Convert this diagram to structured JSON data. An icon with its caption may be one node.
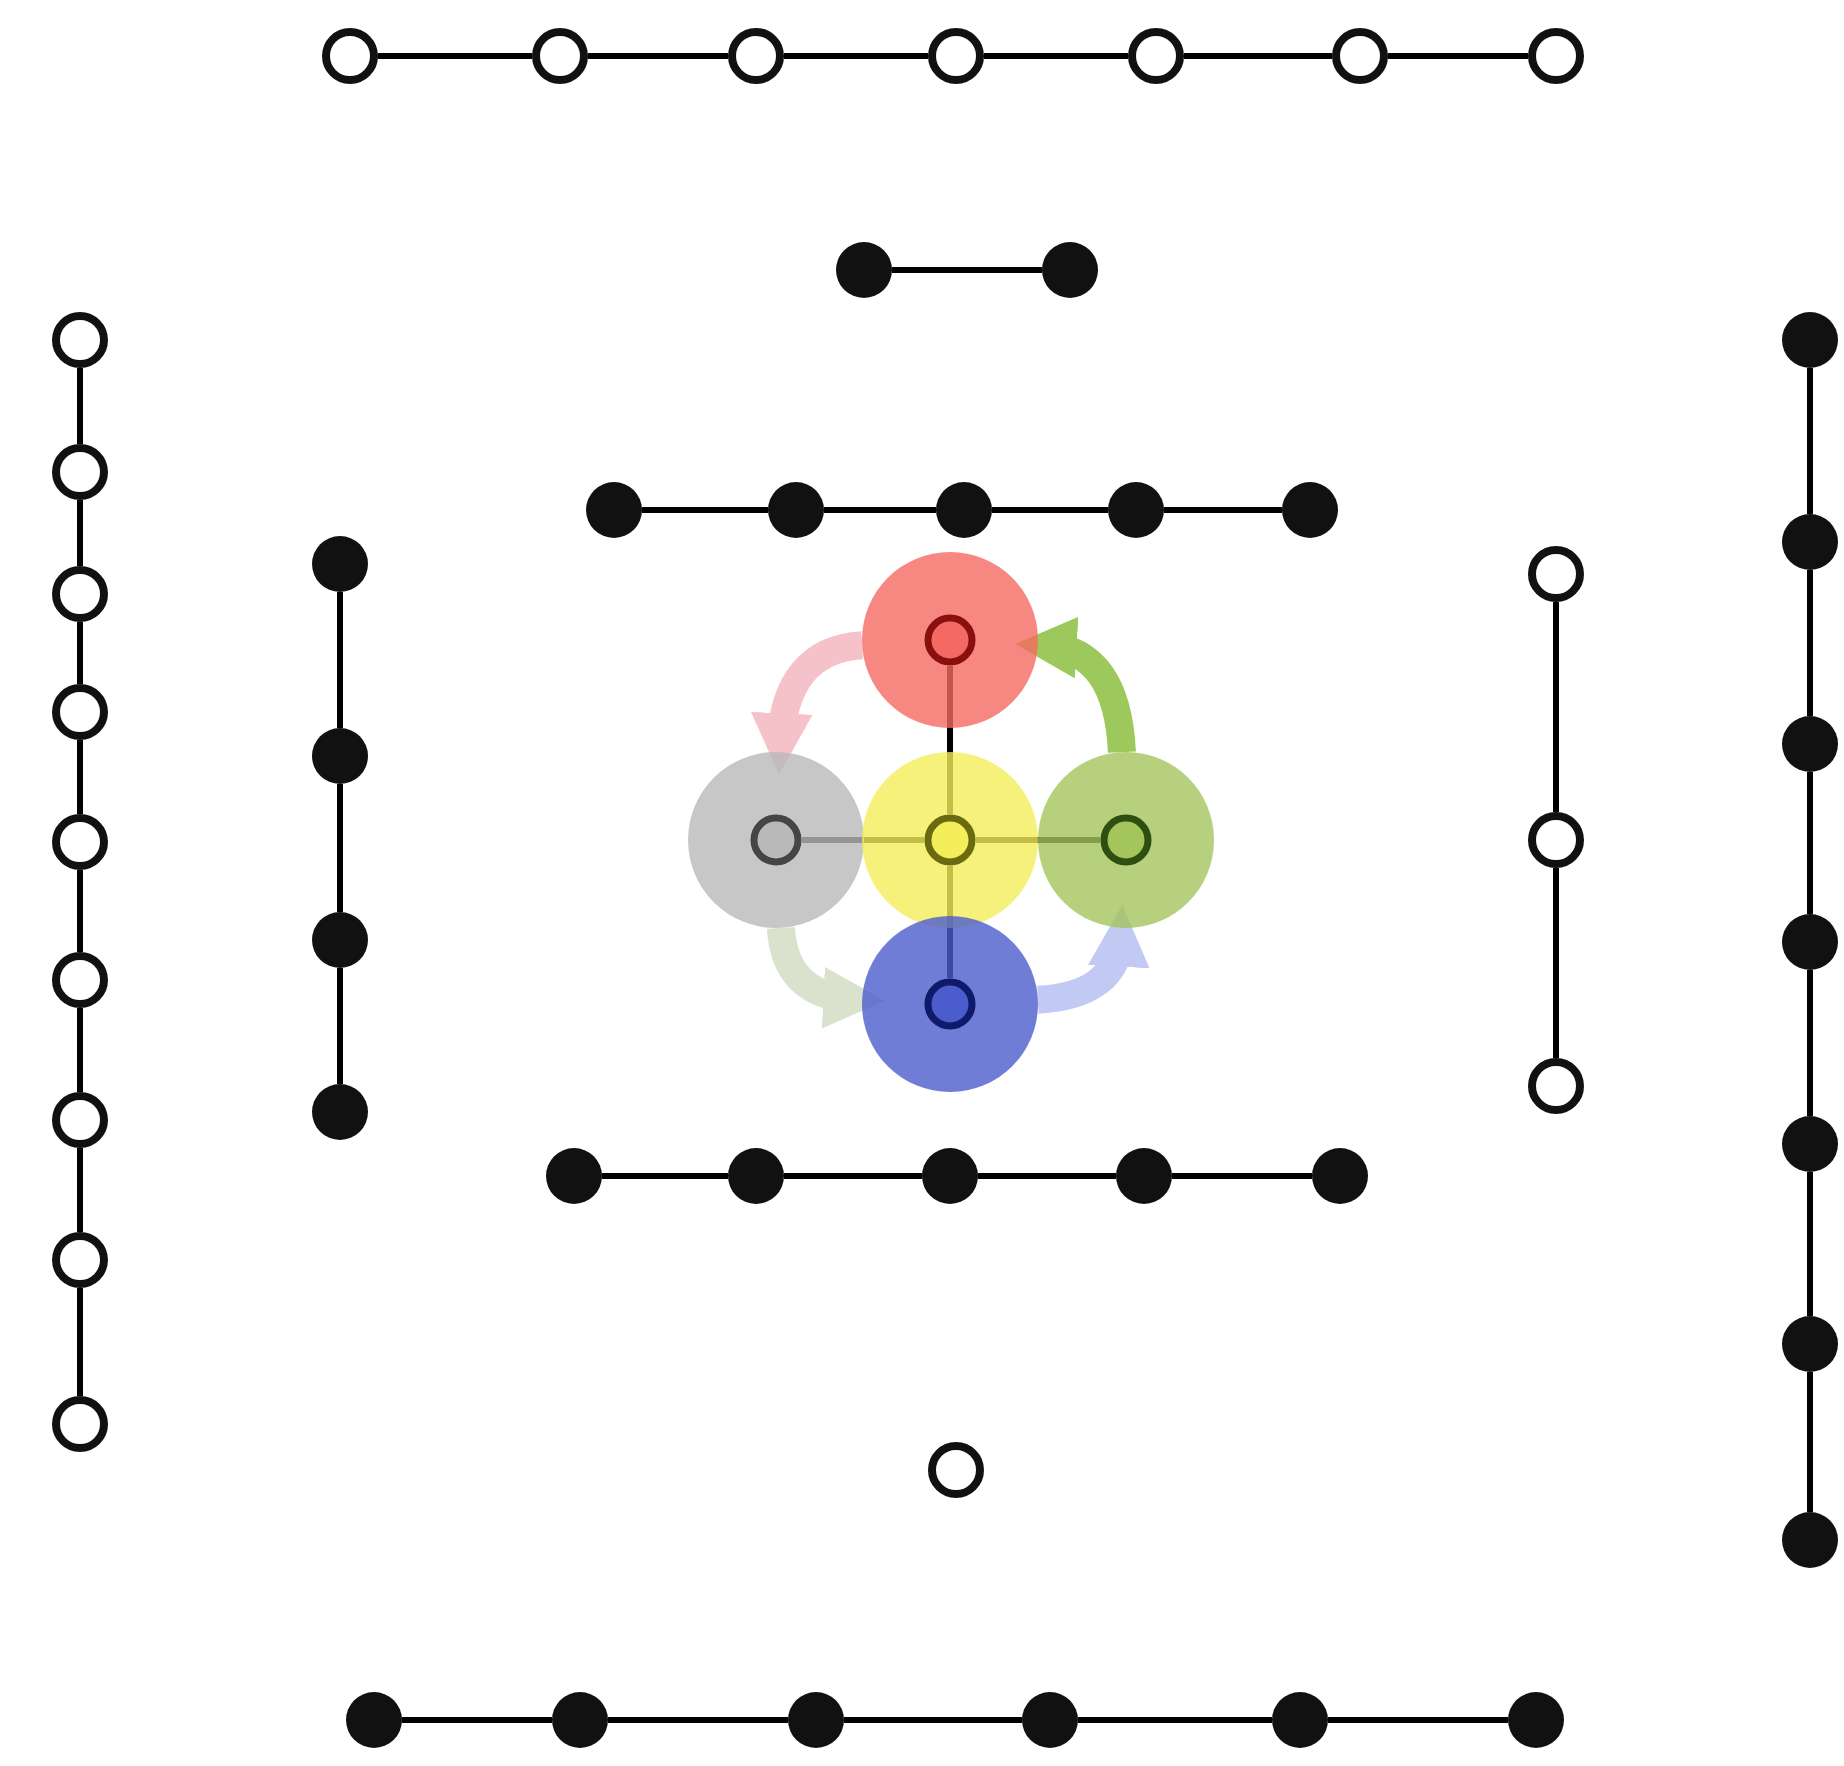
{
  "diagram": {
    "nodes": [
      {
        "text": [],
        "shape": "circle"
      },
      {
        "text": [],
        "shape": "circle"
      },
      {
        "text": [],
        "shape": "circle"
      },
      {
        "text": [],
        "shape": "circle"
      },
      {
        "text": [],
        "shape": "circle"
      },
      {
        "text": [],
        "shape": "circle"
      },
      {
        "text": [],
        "shape": "circle"
      },
      {
        "text": [],
        "shape": "circle"
      },
      {
        "text": [],
        "shape": "circle"
      },
      {
        "text": [],
        "shape": "circle"
      },
      {
        "text": [],
        "shape": "circle"
      },
      {
        "text": [],
        "shape": "circle"
      },
      {
        "text": [],
        "shape": "circle"
      },
      {
        "text": [],
        "shape": "circle"
      },
      {
        "text": [],
        "shape": "circle"
      },
      {
        "text": [],
        "shape": "circle"
      },
      {
        "text": [],
        "shape": "circle"
      },
      {
        "text": [],
        "shape": "circle"
      },
      {
        "text": [],
        "shape": "circle"
      },
      {
        "text": [],
        "shape": "circle"
      },
      {
        "text": [],
        "shape": "circle"
      },
      {
        "text": [],
        "shape": "circle"
      },
      {
        "text": [],
        "shape": "circle"
      },
      {
        "text": [],
        "shape": "circle"
      },
      {
        "text": [],
        "shape": "circle"
      },
      {
        "text": [],
        "shape": "circle"
      },
      {
        "text": [],
        "shape": "circle"
      },
      {
        "text": [],
        "shape": "circle"
      },
      {
        "text": [],
        "shape": "circle"
      },
      {
        "text": [],
        "shape": "circle"
      },
      {
        "text": [],
        "shape": "circle"
      },
      {
        "text": [],
        "shape": "circle"
      },
      {
        "text": [],
        "shape": "circle"
      },
      {
        "text": [],
        "shape": "circle"
      },
      {
        "text": [],
        "shape": "circle"
      },
      {
        "text": [],
        "shape": "circle"
      },
      {
        "text": [],
        "shape": "circle"
      },
      {
        "text": [],
        "shape": "circle"
      },
      {
        "text": [],
        "shape": "circle",
        "in": 37
      },
      {
        "text": [],
        "shape": "circle"
      },
      {
        "text": [],
        "shape": "circle",
        "in": 39
      },
      {
        "text": [],
        "shape": "circle"
      },
      {
        "text": [],
        "shape": "circle",
        "in": 41
      },
      {
        "text": [],
        "shape": "circle"
      },
      {
        "text": [],
        "shape": "circle",
        "in": 43
      },
      {
        "text": [],
        "shape": "circle"
      },
      {
        "text": [],
        "shape": "circle",
        "in": 45
      },
      {
        "text": [],
        "shape": "circle"
      },
      {
        "text": [],
        "shape": "circle"
      },
      {
        "text": [],
        "shape": "circle"
      },
      {
        "text": [],
        "shape": "circle"
      },
      {
        "text": [],
        "shape": "circle"
      },
      {
        "text": [],
        "shape": "circle"
      },
      {
        "text": [],
        "shape": "circle"
      },
      {
        "text": [],
        "shape": "circle"
      },
      {
        "text": [],
        "shape": "circle"
      },
      {
        "text": [],
        "shape": "circle"
      },
      {
        "text": [],
        "shape": "circle"
      },
      {
        "text": [],
        "shape": "circle"
      }
    ],
    "edges": [
      {
        "from": 0,
        "to": 1,
        "arrow": "none"
      },
      {
        "from": 1,
        "to": 2,
        "arrow": "none"
      },
      {
        "from": 2,
        "to": 3,
        "arrow": "none"
      },
      {
        "from": 3,
        "to": 4,
        "arrow": "none"
      },
      {
        "from": 4,
        "to": 5,
        "arrow": "none"
      },
      {
        "from": 5,
        "to": 6,
        "arrow": "none"
      },
      {
        "from": 7,
        "to": 8,
        "arrow": "none"
      },
      {
        "from": 9,
        "to": 10,
        "arrow": "none"
      },
      {
        "from": 10,
        "to": 11,
        "arrow": "none"
      },
      {
        "from": 11,
        "to": 12,
        "arrow": "none"
      },
      {
        "from": 12,
        "to": 13,
        "arrow": "none"
      },
      {
        "from": 13,
        "to": 14,
        "arrow": "none"
      },
      {
        "from": 14,
        "to": 15,
        "arrow": "none"
      },
      {
        "from": 15,
        "to": 16,
        "arrow": "none"
      },
      {
        "from": 16,
        "to": 17,
        "arrow": "none"
      },
      {
        "from": 18,
        "to": 19,
        "arrow": "none"
      },
      {
        "from": 19,
        "to": 20,
        "arrow": "none"
      },
      {
        "from": 20,
        "to": 21,
        "arrow": "none"
      },
      {
        "from": 21,
        "to": 22,
        "arrow": "none"
      },
      {
        "from": 22,
        "to": 23,
        "arrow": "none"
      },
      {
        "from": 23,
        "to": 24,
        "arrow": "none"
      },
      {
        "from": 25,
        "to": 26,
        "arrow": "none"
      },
      {
        "from": 26,
        "to": 27,
        "arrow": "none"
      },
      {
        "from": 27,
        "to": 28,
        "arrow": "none"
      },
      {
        "from": 28,
        "to": 29,
        "arrow": "none"
      },
      {
        "from": 30,
        "to": 31,
        "arrow": "none"
      },
      {
        "from": 31,
        "to": 32,
        "arrow": "none"
      },
      {
        "from": 32,
        "to": 33,
        "arrow": "none"
      },
      {
        "from": 34,
        "to": 35,
        "arrow": "none"
      },
      {
        "from": 35,
        "to": 36,
        "arrow": "none"
      },
      {
        "from": 42,
        "to": 38,
        "arrow": "none"
      },
      {
        "from": 42,
        "to": 40,
        "arrow": "none"
      },
      {
        "from": 42,
        "to": 44,
        "arrow": "none"
      },
      {
        "from": 42,
        "to": 46,
        "arrow": "none"
      },
      {
        "from": 37,
        "to": 39,
        "arrow": "to",
        "style": "thick",
        "color": "#f4b8c0"
      },
      {
        "from": 39,
        "to": 45,
        "arrow": "to",
        "style": "thick",
        "color": "#d4dcc4"
      },
      {
        "from": 45,
        "to": 43,
        "arrow": "to",
        "style": "thick",
        "color": "#b8c0f0"
      },
      {
        "from": 43,
        "to": 37,
        "arrow": "to",
        "style": "thick",
        "color": "#8cc040"
      },
      {
        "from": 47,
        "to": 48,
        "arrow": "none"
      },
      {
        "from": 48,
        "to": 49,
        "arrow": "none"
      },
      {
        "from": 49,
        "to": 50,
        "arrow": "none"
      },
      {
        "from": 50,
        "to": 51,
        "arrow": "none"
      },
      {
        "from": 53,
        "to": 54,
        "arrow": "none"
      },
      {
        "from": 54,
        "to": 55,
        "arrow": "none"
      },
      {
        "from": 55,
        "to": 56,
        "arrow": "none"
      },
      {
        "from": 56,
        "to": 57,
        "arrow": "none"
      },
      {
        "from": 57,
        "to": 58,
        "arrow": "none"
      }
    ]
  }
}
